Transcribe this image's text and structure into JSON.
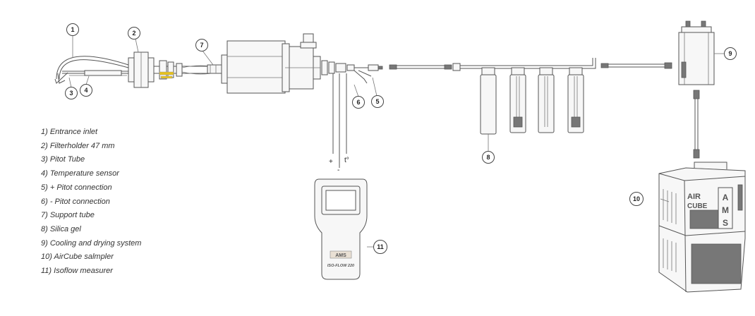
{
  "legend": [
    "1) Entrance inlet",
    "2) Filterholder 47 mm",
    "3) Pitot Tube",
    "4) Temperature sensor",
    "5) + Pitot connection",
    "6) - Pitot connection",
    "7) Support tube",
    "8) Silica gel",
    "9) Cooling and drying system",
    "10) AirCube salmpler",
    "11) Isoflow  measurer"
  ],
  "callouts": [
    "1",
    "2",
    "3",
    "4",
    "5",
    "6",
    "7",
    "8",
    "9",
    "10",
    "11"
  ],
  "signs": {
    "plus": "+",
    "minus": "-",
    "temp": "t°"
  },
  "aircube": {
    "air": "AIR",
    "cube": "CUBE",
    "ams": [
      "A",
      "M",
      "S"
    ]
  },
  "meter": {
    "ams": "AMS",
    "model": "ISO-FLOW 220"
  },
  "colors": {
    "line": "#555555",
    "accent": "#e8c21c"
  }
}
